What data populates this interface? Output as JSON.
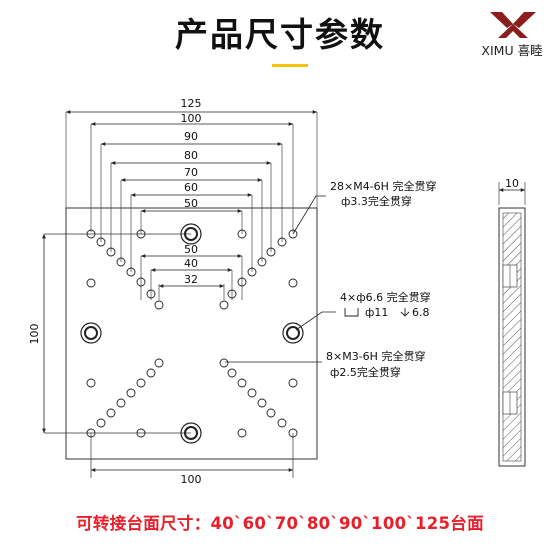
{
  "title": "产品尺寸参数",
  "brand": {
    "name": "XIMU",
    "chinese": "喜睦",
    "logo_icon": "ximu-x-logo-icon",
    "logo_color": "#8b1d1d"
  },
  "accent_color": "#f2c500",
  "footer_color": "#e8202a",
  "drawing": {
    "top_dims": [
      "125",
      "100",
      "90",
      "80",
      "70",
      "60",
      "50"
    ],
    "inner_dims": [
      "50",
      "40",
      "32"
    ],
    "left_dim": "100",
    "bottom_dim": "100",
    "side_view_dim": "10",
    "callouts": [
      {
        "line1": "28×M4-6H 完全贯穿",
        "line2": "ф3.3完全贯穿"
      },
      {
        "line1": "4×ф6.6 完全贯穿",
        "line2a": "ф11",
        "line2b": "6.8"
      },
      {
        "line1": "8×M3-6H 完全贯穿",
        "line2": "ф2.5完全贯穿"
      }
    ]
  },
  "footer": "可转接台面尺寸：40`60`70`80`90`100`125台面"
}
